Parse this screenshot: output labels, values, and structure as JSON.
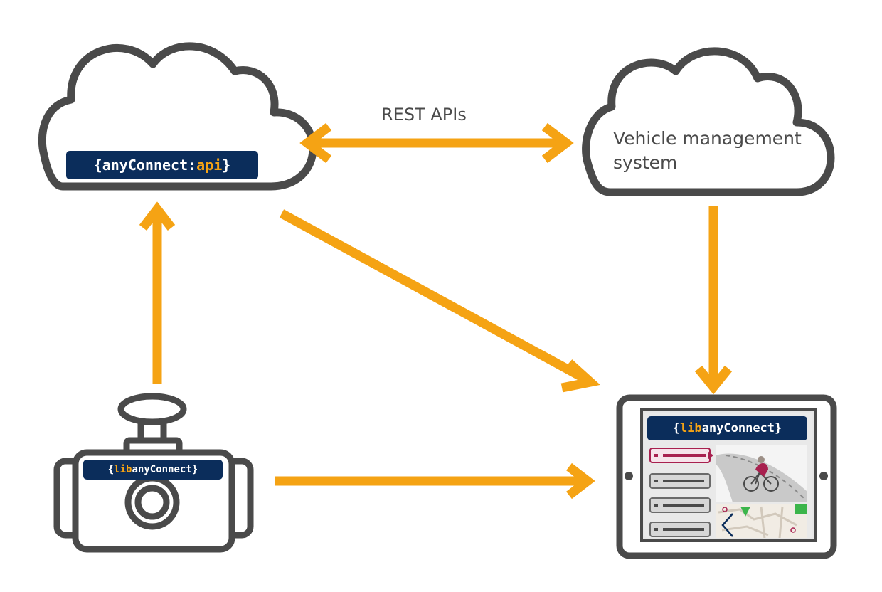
{
  "colors": {
    "arrow": "#f5a314",
    "outline": "#4a4a4a",
    "badge_bg": "#0b2d5b",
    "badge_text": "#ffffff",
    "badge_highlight": "#f5a314",
    "accent_route": "#a8204f",
    "map_green": "#3bb54a"
  },
  "edges": {
    "rest_label": "REST APIs"
  },
  "nodes": {
    "cloud_api": {
      "brace_open": "{",
      "name": "anyConnect:",
      "highlight": "api",
      "brace_close": "}"
    },
    "cloud_vms": {
      "line1": "Vehicle management",
      "line2": "system"
    },
    "camera": {
      "icon": "dashcam-icon",
      "brace_open": "{",
      "highlight": "lib",
      "name": "anyConnect",
      "brace_close": "}"
    },
    "tablet": {
      "icon": "tablet-icon",
      "brace_open": "{",
      "highlight": "lib",
      "name": "anyConnect",
      "brace_close": "}",
      "list_items": 4
    }
  }
}
